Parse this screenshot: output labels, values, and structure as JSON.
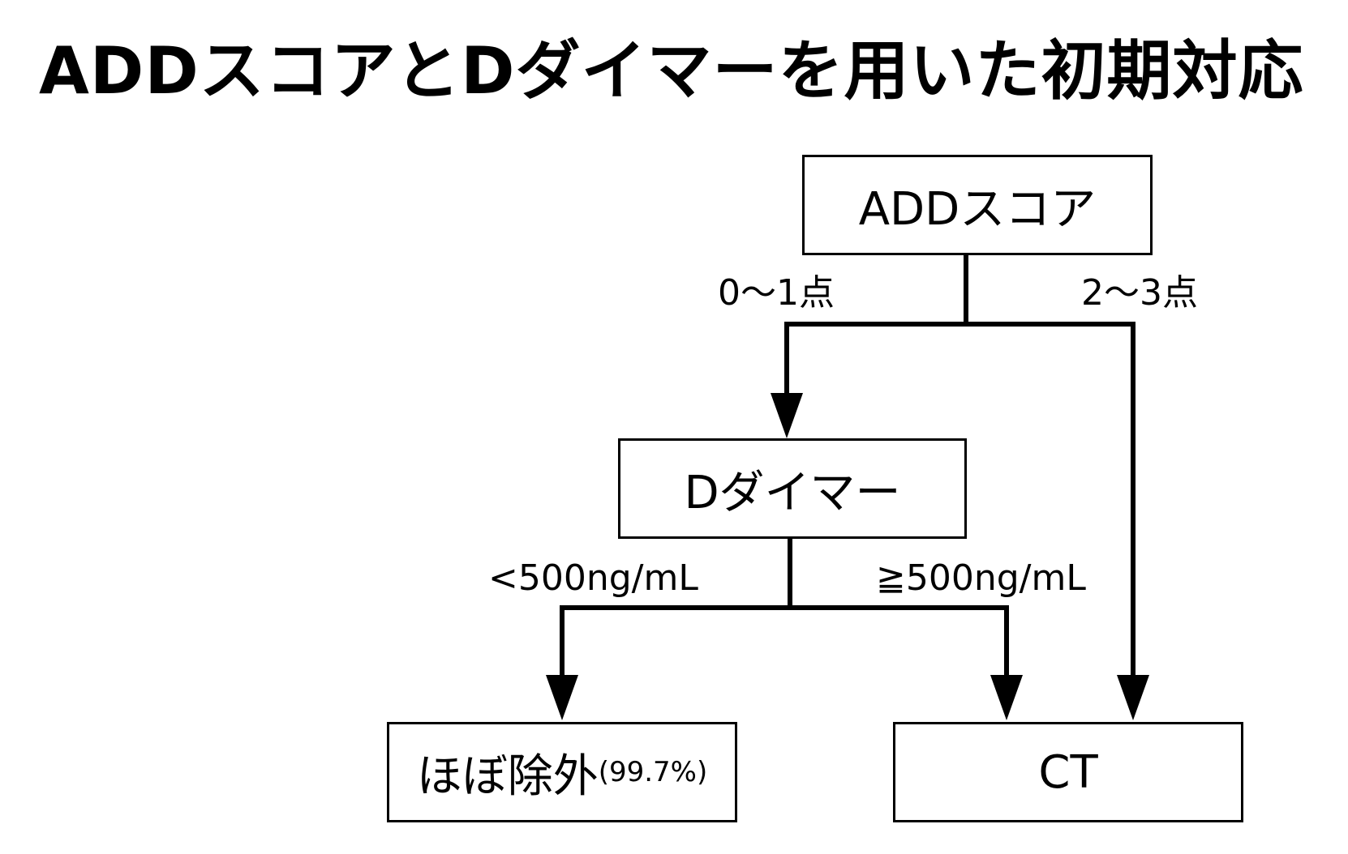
{
  "title": "ADDスコアとDダイマーを用いた初期対応",
  "nodes": {
    "add_score": "ADDスコア",
    "d_dimer": "Dダイマー",
    "rule_out": "ほぼ除外",
    "rule_out_pct": "(99.7%)",
    "ct": "CT"
  },
  "edges": {
    "add_low": "0〜1点",
    "add_high": "2〜3点",
    "dd_low": "<500ng/mL",
    "dd_high": "≧500ng/mL"
  }
}
